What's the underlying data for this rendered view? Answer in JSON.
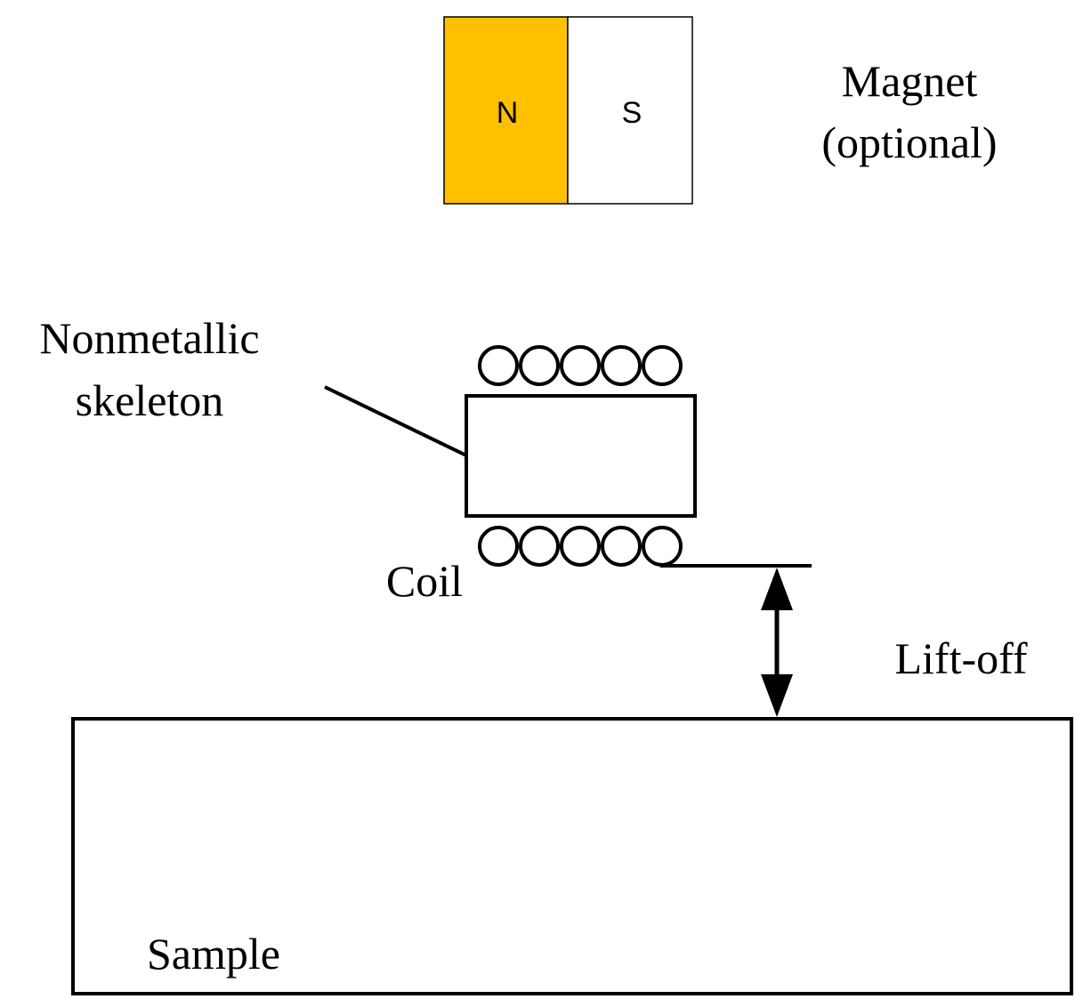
{
  "magnet": {
    "north_label": "N",
    "south_label": "S",
    "title_line1": "Magnet",
    "title_line2": "(optional)",
    "north_color": "#FFC000",
    "south_color": "#FFFFFF"
  },
  "skeleton": {
    "label_line1": "Nonmetallic",
    "label_line2": "skeleton"
  },
  "coil": {
    "label": "Coil"
  },
  "liftoff": {
    "label": "Lift-off"
  },
  "sample": {
    "label": "Sample"
  },
  "colors": {
    "line": "#000000",
    "background": "#FFFFFF"
  }
}
